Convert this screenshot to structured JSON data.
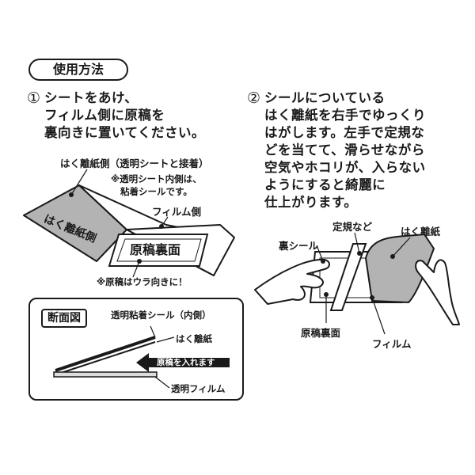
{
  "section_title": "使用方法",
  "step1": {
    "number": "①",
    "lines": [
      "シートをあけ、",
      "フィルム側に原稿を",
      "裏向きに置いてください。"
    ]
  },
  "step2": {
    "number": "②",
    "lines": [
      "シールについている",
      "はく離紙を右手でゆっくり",
      "はがします。左手で定規な",
      "どを当てて、滑らせながら",
      "空気やホコリが、入らない",
      "ようにすると綺麗に",
      "仕上がります。"
    ]
  },
  "diagram1": {
    "release_side_label": "はく離紙側（透明シートと接着）",
    "note_line1": "※透明シート内側は、",
    "note_line2": "粘着シールです。",
    "release_paper_text": "はく離紙側",
    "film_side_label": "フィルム側",
    "original_back_text": "原稿裏面",
    "face_down_note": "※原稿はウラ向きに！"
  },
  "cross_section": {
    "badge": "断面図",
    "adhesive_label": "透明粘着シール（内側）",
    "release_label": "はく離紙",
    "insert_arrow_text": "原稿を入れます",
    "film_label": "透明フィルム"
  },
  "diagram2": {
    "back_seal_label": "裏シール",
    "ruler_label": "定規など",
    "release_paper_label": "はく離紙",
    "original_back_label": "原稿裏面",
    "film_label": "フィルム"
  },
  "colors": {
    "ink": "#1a1a1a",
    "gray_fill": "#b3b3b3",
    "light_fill": "#dcdcdc"
  }
}
